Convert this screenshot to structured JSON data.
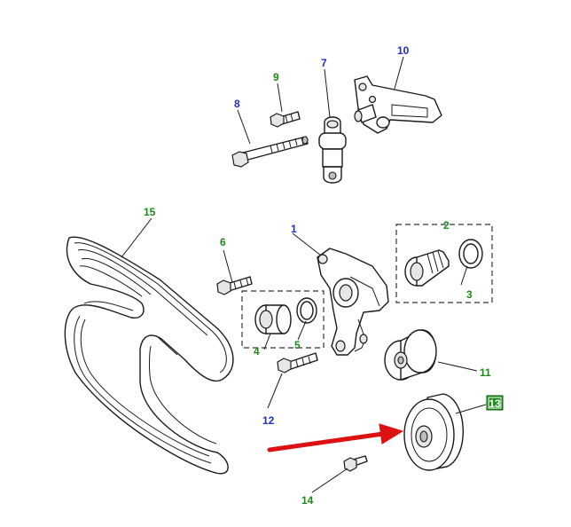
{
  "colors": {
    "label_blue": "#1f2fbf",
    "label_green": "#1a8a1a",
    "arrow_red": "#dd1111",
    "badge_green": "#1e8f1e"
  },
  "callouts": {
    "c1": "1",
    "c2": "2",
    "c3": "3",
    "c4": "4",
    "c5": "5",
    "c6": "6",
    "c7": "7",
    "c8": "8",
    "c9": "9",
    "c10": "10",
    "c11": "11",
    "c12": "12",
    "c13": "13",
    "c14": "14",
    "c15": "15"
  }
}
